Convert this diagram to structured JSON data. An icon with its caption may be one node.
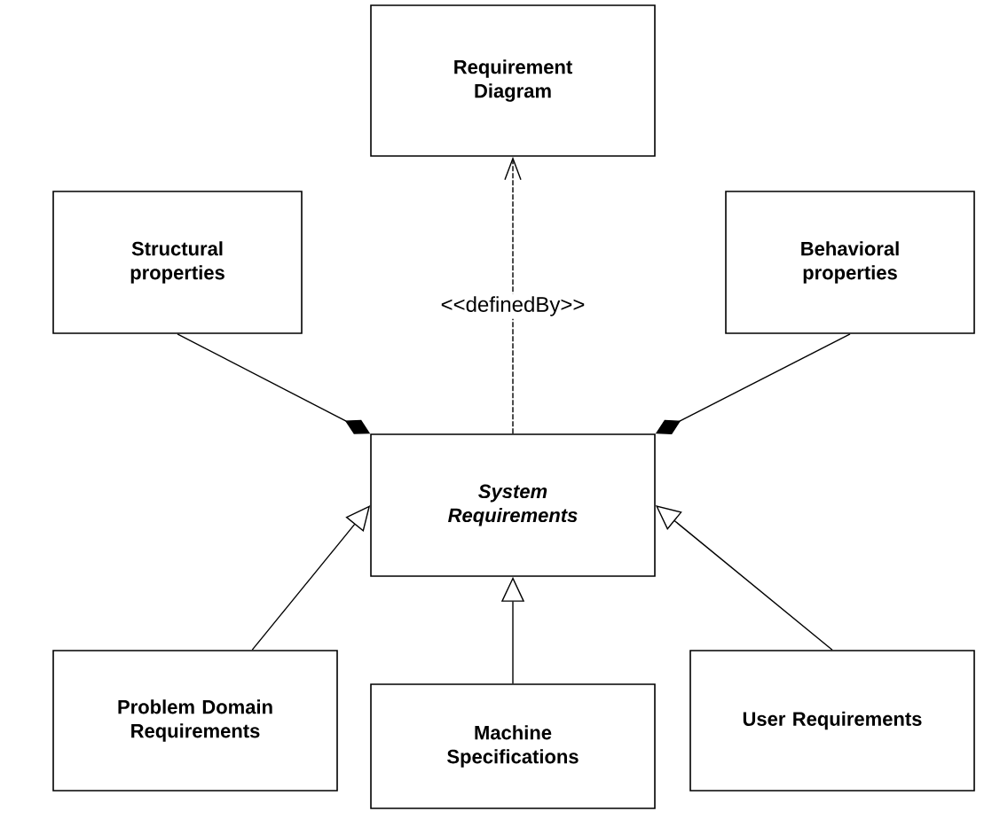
{
  "diagram": {
    "nodes": [
      {
        "text": [
          "Requirement Diagram"
        ]
      },
      {
        "text": [
          "Structural properties"
        ]
      },
      {
        "text": [
          "Behavioral properties"
        ]
      },
      {
        "text": [
          "System Requirements"
        ]
      },
      {
        "text": [
          "Problem Domain Requirements"
        ]
      },
      {
        "text": [
          "Machine Specifications"
        ]
      },
      {
        "text": [
          "User Requirements"
        ]
      }
    ],
    "edges": [
      {
        "from": 3,
        "to": 0,
        "arrow": "to",
        "style": "dashed",
        "label": "<<definedBy>>"
      },
      {
        "from": 1,
        "to": 3,
        "arrow": "other"
      },
      {
        "from": 2,
        "to": 3,
        "arrow": "other"
      },
      {
        "from": 4,
        "to": 3,
        "arrow": "to"
      },
      {
        "from": 5,
        "to": 3,
        "arrow": "to"
      },
      {
        "from": 6,
        "to": 3,
        "arrow": "to"
      }
    ]
  }
}
